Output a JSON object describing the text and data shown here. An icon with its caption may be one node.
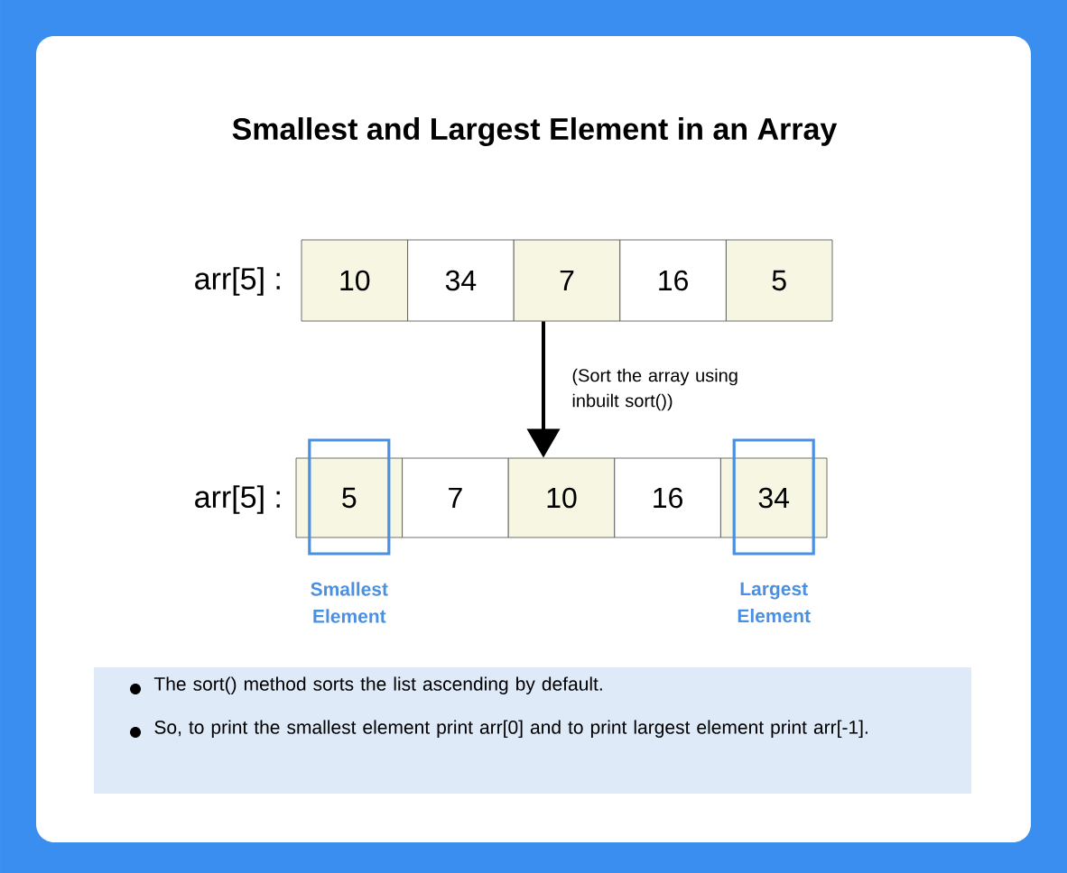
{
  "diagram": {
    "title": "Smallest and Largest Element in an Array",
    "nodes": [
      {
        "text": [
          "10"
        ]
      },
      {
        "text": [
          "34"
        ]
      },
      {
        "text": [
          "7"
        ]
      },
      {
        "text": [
          "16"
        ]
      },
      {
        "text": [
          "5"
        ]
      },
      {
        "text": [
          "5"
        ],
        "beside": [
          "Smallest Element"
        ]
      },
      {
        "text": [
          "7"
        ]
      },
      {
        "text": [
          "10"
        ]
      },
      {
        "text": [
          "16"
        ]
      },
      {
        "text": [
          "34"
        ],
        "beside": [
          "Largest Element"
        ]
      }
    ],
    "edges": [
      {
        "from": 2,
        "to": 7,
        "arrow": "to",
        "label": "(Sort the array using inbuilt sort())"
      }
    ],
    "labels": [
      "arr[5] :",
      "arr[5] :",
      "The sort() method sorts the list ascending by default.",
      "So, to print the smallest element print arr[0] and to print largest element print arr[-1]."
    ]
  }
}
